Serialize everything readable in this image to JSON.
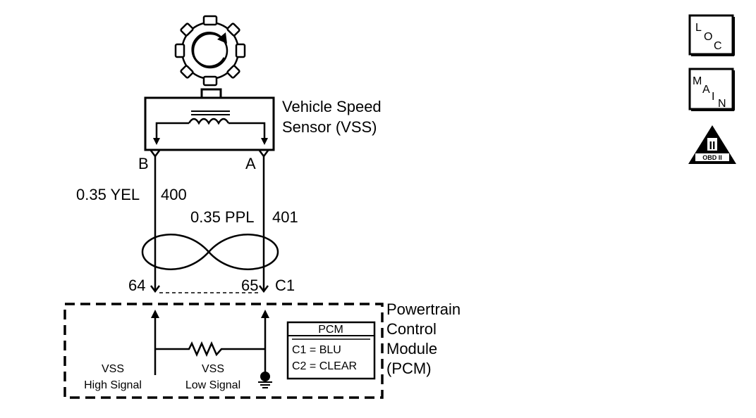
{
  "sensor": {
    "name_line1": "Vehicle Speed",
    "name_line2": "Sensor (VSS)",
    "pin_b": "B",
    "pin_a": "A"
  },
  "wires": {
    "wire1_label": "0.35 YEL",
    "wire1_circuit": "400",
    "wire2_label": "0.35 PPL",
    "wire2_circuit": "401"
  },
  "connector": {
    "pin_left": "64",
    "pin_right": "65",
    "name": "C1"
  },
  "module": {
    "name_line1": "Powertrain",
    "name_line2": "Control",
    "name_line3": "Module",
    "name_line4": "(PCM)",
    "high_line1": "VSS",
    "high_line2": "High Signal",
    "low_line1": "VSS",
    "low_line2": "Low Signal"
  },
  "pcm_box": {
    "title": "PCM",
    "line1": "C1 = BLU",
    "line2": "C2 = CLEAR"
  },
  "icons": {
    "loc_l": "L",
    "loc_o": "O",
    "loc_c": "C",
    "main_m": "M",
    "main_a": "A",
    "main_i": "I",
    "main_n": "N",
    "obd_ii": "II",
    "obd_text": "OBD II"
  }
}
